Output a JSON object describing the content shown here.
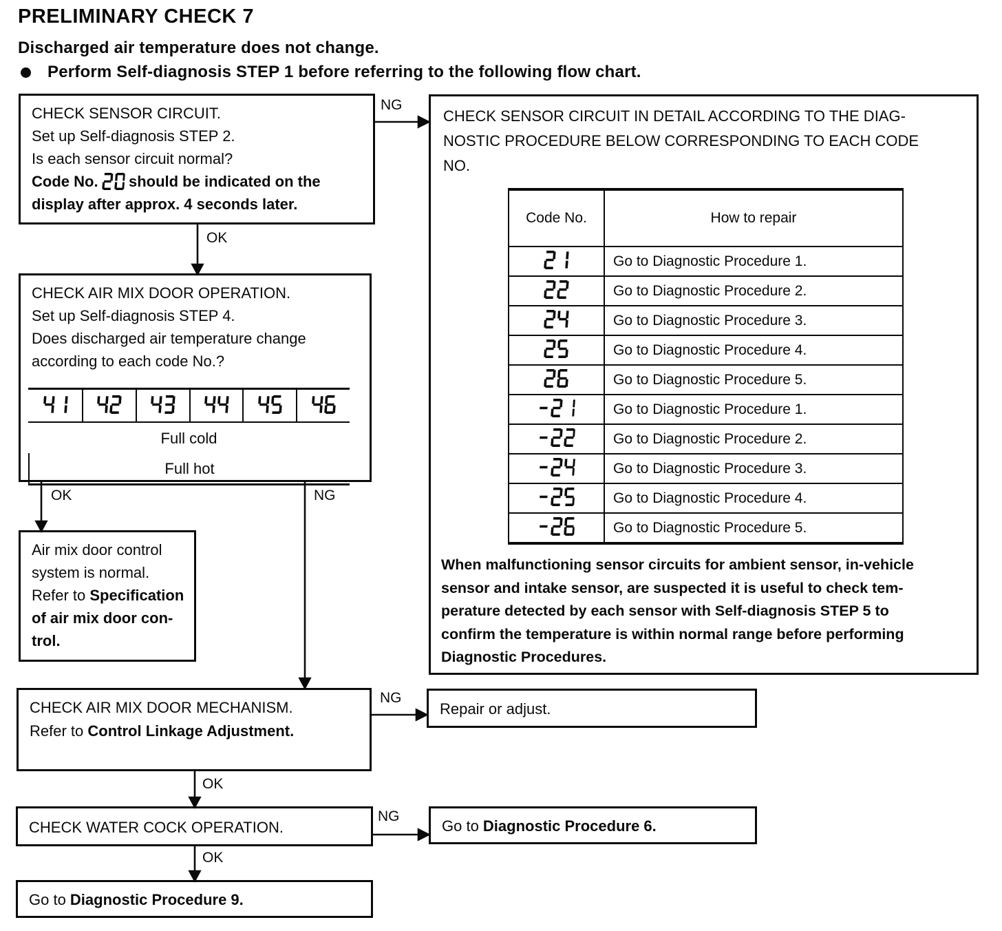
{
  "page": {
    "title": "PRELIMINARY CHECK 7",
    "subtitle": "Discharged air temperature does not change.",
    "bullet": "Perform Self-diagnosis STEP 1 before referring to the following flow chart."
  },
  "labels": {
    "ok": "OK",
    "ng": "NG"
  },
  "flow": {
    "check_sensor": {
      "lines": [
        [
          {
            "t": "CHECK SENSOR CIRCUIT."
          }
        ],
        [
          {
            "t": "Set up Self-diagnosis STEP 2."
          }
        ],
        [
          {
            "t": "Is each sensor circuit normal?"
          }
        ],
        [
          {
            "t": "Code No. ",
            "b": 1
          },
          {
            "seg": "20"
          },
          {
            "t": " should be indicated on the",
            "b": 1
          }
        ],
        [
          {
            "t": "display after approx. 4 seconds later.",
            "b": 1
          }
        ]
      ]
    },
    "detail_box": {
      "header_lines": [
        [
          {
            "t": "CHECK SENSOR CIRCUIT IN DETAIL ACCORDING TO THE DIAG-"
          }
        ],
        [
          {
            "t": "NOSTIC PROCEDURE BELOW CORRESPONDING TO EACH CODE"
          }
        ],
        [
          {
            "t": "NO."
          }
        ]
      ],
      "table": {
        "headers": [
          "Code No.",
          "How to repair"
        ],
        "rows": [
          {
            "code": "21",
            "repair": "Go to Diagnostic Procedure 1."
          },
          {
            "code": "22",
            "repair": "Go to Diagnostic Procedure 2."
          },
          {
            "code": "24",
            "repair": "Go to Diagnostic Procedure 3."
          },
          {
            "code": "25",
            "repair": "Go to Diagnostic Procedure 4."
          },
          {
            "code": "26",
            "repair": "Go to Diagnostic Procedure 5."
          },
          {
            "code": "-21",
            "repair": "Go to Diagnostic Procedure 1."
          },
          {
            "code": "-22",
            "repair": "Go to Diagnostic Procedure 2."
          },
          {
            "code": "-24",
            "repair": "Go to Diagnostic Procedure 3."
          },
          {
            "code": "-25",
            "repair": "Go to Diagnostic Procedure 4."
          },
          {
            "code": "-26",
            "repair": "Go to Diagnostic Procedure 5."
          }
        ]
      },
      "note_lines": [
        [
          {
            "t": "When malfunctioning sensor circuits for ambient sensor, in-vehicle"
          }
        ],
        [
          {
            "t": "sensor and intake sensor, are suspected it is useful to check tem-"
          }
        ],
        [
          {
            "t": "perature detected by each sensor with Self-diagnosis STEP 5 to"
          }
        ],
        [
          {
            "t": "confirm the temperature is within normal range before performing"
          }
        ],
        [
          {
            "t": "Diagnostic Procedures."
          }
        ]
      ]
    },
    "check_airmix_operation": {
      "lines": [
        [
          {
            "t": "CHECK AIR MIX DOOR OPERATION."
          }
        ],
        [
          {
            "t": "Set up Self-diagnosis STEP 4."
          }
        ],
        [
          {
            "t": "Does discharged air temperature change"
          }
        ],
        [
          {
            "t": "according to each code No.?"
          }
        ]
      ],
      "code_table": {
        "codes": [
          "41",
          "42",
          "43",
          "44",
          "45",
          "46"
        ],
        "groups": [
          {
            "label": "Full cold",
            "span": 2
          },
          {
            "label": "Full hot",
            "span": 4
          }
        ]
      }
    },
    "airmix_normal": {
      "lines": [
        [
          {
            "t": "Air mix door control"
          }
        ],
        [
          {
            "t": "system is normal."
          }
        ],
        [
          {
            "t": "Refer to "
          },
          {
            "t": "Specification",
            "b": 1
          }
        ],
        [
          {
            "t": "of air mix door con-",
            "b": 1
          }
        ],
        [
          {
            "t": "trol.",
            "b": 1
          }
        ]
      ]
    },
    "check_mechanism": {
      "lines": [
        [
          {
            "t": "CHECK AIR MIX DOOR MECHANISM."
          }
        ],
        [
          {
            "t": "Refer to "
          },
          {
            "t": "Control Linkage Adjustment.",
            "b": 1
          }
        ]
      ]
    },
    "repair_adjust": {
      "lines": [
        [
          {
            "t": "Repair or adjust."
          }
        ]
      ]
    },
    "check_watercock": {
      "lines": [
        [
          {
            "t": "CHECK WATER COCK OPERATION."
          }
        ]
      ]
    },
    "goto_procedure6": {
      "lines": [
        [
          {
            "t": "Go to "
          },
          {
            "t": "Diagnostic Procedure 6.",
            "b": 1
          }
        ]
      ]
    },
    "goto_procedure9": {
      "lines": [
        [
          {
            "t": "Go to "
          },
          {
            "t": "Diagnostic Procedure 9.",
            "b": 1
          }
        ]
      ]
    }
  }
}
